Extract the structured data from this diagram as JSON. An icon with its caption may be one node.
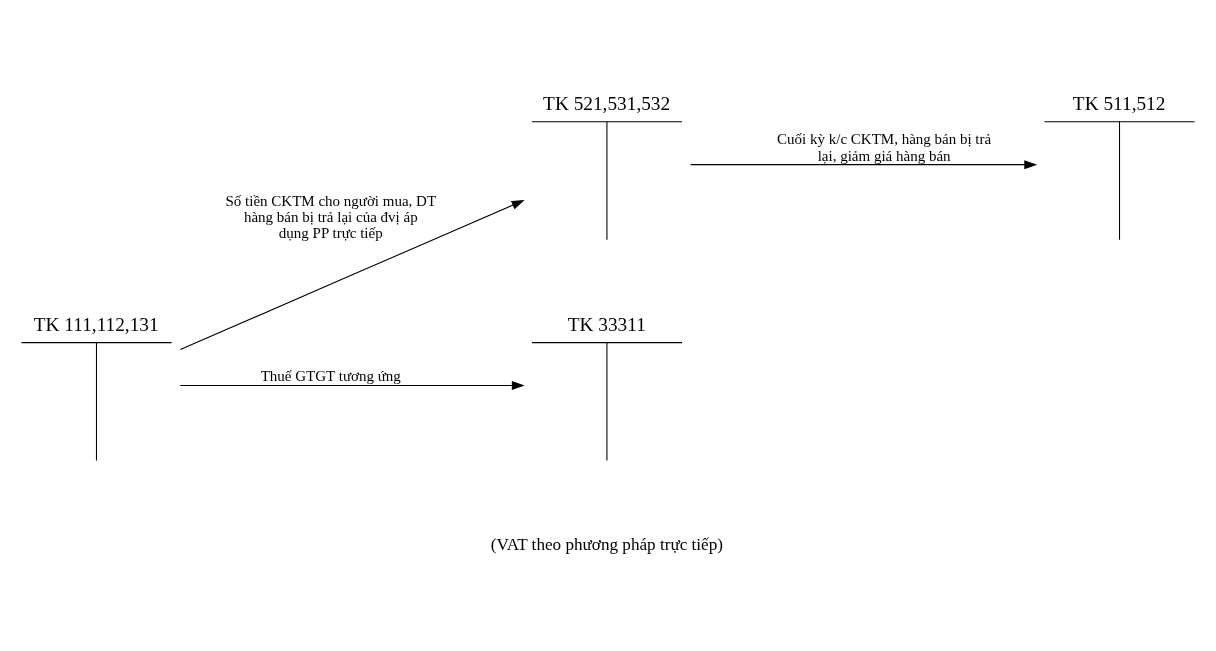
{
  "diagram": {
    "nodes": [
      {
        "text": [
          "TK 111,112,131"
        ]
      },
      {
        "text": [
          "TK 521,531,532"
        ]
      },
      {
        "text": [
          "TK 511,512"
        ]
      },
      {
        "text": [
          "TK 33311"
        ]
      }
    ],
    "edges": [
      {
        "from": 0,
        "to": 1,
        "arrow": "to",
        "label": "Số tiền CKTM cho người mua, DT hàng bán bị trả lại của đvị áp dụng PP trực tiếp"
      },
      {
        "from": 1,
        "to": 2,
        "arrow": "to",
        "label": "Cuối kỳ k/c CKTM, hàng bán bị trả lại, giảm giá hàng bán"
      },
      {
        "from": 0,
        "to": 3,
        "arrow": "to",
        "label": "Thuế GTGT tương ứng"
      }
    ],
    "labels": [
      "(VAT theo phương pháp trực tiếp)"
    ]
  }
}
